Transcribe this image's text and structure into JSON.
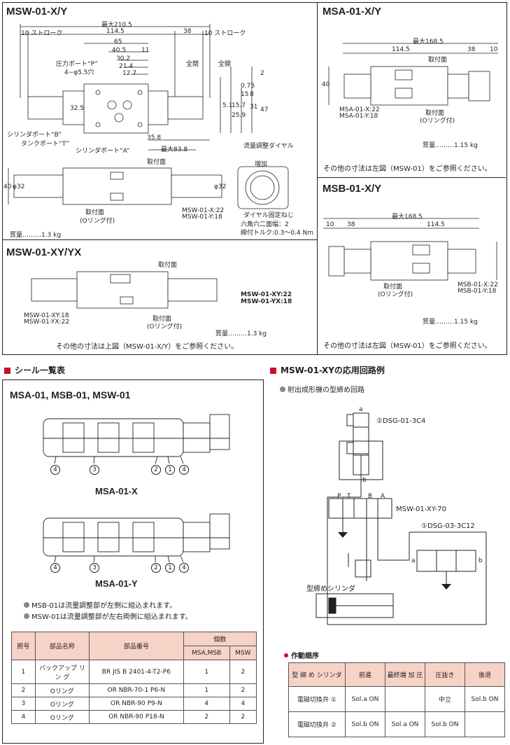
{
  "top_sections": {
    "msw_xy": {
      "title": "MSW-01-X/Y",
      "dims": {
        "max_210": "最大210.5",
        "stroke_l": "10 ストローク",
        "d114": "114.5",
        "d38": "38",
        "stroke_r": "10 ストローク",
        "d65": "65",
        "d405": "40.5",
        "d11": "11",
        "d302": "30.2",
        "d214": "21.4",
        "d127": "12.7",
        "d2": "2",
        "d075": "0.75",
        "d15": "15",
        "d8": "8",
        "d51": "5.1",
        "d157": "15.7",
        "d259": "25.9",
        "d31": "31",
        "d47": "47",
        "d325": "32.5",
        "d358": "35.8",
        "max838": "最大83.8",
        "d40": "40",
        "phi32l": "φ32",
        "phi32r": "φ32"
      },
      "labels": {
        "pressure_port": "圧力ポート“P”",
        "holes": "4−φ5.5穴",
        "full_open_l": "全閉",
        "full_open_r": "全開",
        "cyl_b": "シリンダポート“B”",
        "tank_t": "タンクポート“T”",
        "cyl_a": "シリンダポート“A”",
        "mount_face_top": "取付面",
        "mount_face_bot": "取付面",
        "oring": "(Oリング付)",
        "model_x": "MSW-01-X:22",
        "model_y": "MSW-01-Y:18",
        "dial": "流量調整ダイヤル",
        "increase": "増加",
        "dial_screw": "ダイヤル固定ねじ",
        "hex": "六角穴二面幅：2",
        "torque": "締付トルク:0.3〜0.4 Nm"
      },
      "mass": "質量………1.3 kg"
    },
    "msw_xy_yx": {
      "title": "MSW-01-XY/YX",
      "mount_face_top": "取付面",
      "mount_face_bot": "取付面",
      "oring": "(Oリング付)",
      "model_xy_r": "MSW-01-XY:22",
      "model_yx_r": "MSW-01-YX:18",
      "model_xy_l": "MSW-01-XY:18",
      "model_yx_l": "MSW-01-YX:22",
      "mass": "質量………1.3 kg",
      "note": "その他の寸法は上図（MSW-01-X/Y）をご参照ください。"
    },
    "msa_xy": {
      "title": "MSA-01-X/Y",
      "max": "最大168.5",
      "d114": "114.5",
      "d38": "38",
      "d10": "10",
      "d40": "40",
      "mount": "取付面",
      "mount2": "取付面",
      "oring": "(Oリング付)",
      "model_x": "MSA-01-X:22",
      "model_y": "MSA-01-Y:18",
      "mass": "質量………1.15 kg",
      "note": "その他の寸法は左図（MSW-01）をご参照ください。"
    },
    "msb_xy": {
      "title": "MSB-01-X/Y",
      "max": "最大168.5",
      "d10": "10",
      "d38": "38",
      "d114": "114.5",
      "mount": "取付面",
      "oring": "(Oリング付)",
      "model_x": "MSB-01-X:22",
      "model_y": "MSB-01-Y:18",
      "mass": "質量………1.15 kg",
      "note": "その他の寸法は左図（MSW-01）をご参照ください。"
    }
  },
  "seal_section": {
    "heading": "シール一覧表",
    "box_title": "MSA-01, MSB-01, MSW-01",
    "caption_x": "MSA-01-X",
    "caption_y": "MSA-01-Y",
    "callouts_x": [
      "4",
      "3",
      "2",
      "1",
      "4"
    ],
    "callouts_y": [
      "4",
      "3",
      "2",
      "1",
      "4"
    ],
    "notes": [
      "MSB-01は流量調整部が左側に組込まれます。",
      "MSW-01は流量調整部が左右両側に組込まれます。"
    ],
    "table": {
      "headers": {
        "no": "照号",
        "name": "部品名称",
        "part": "部品番号",
        "qty": "個数",
        "qty_a": "MSA,MSB",
        "qty_w": "MSW"
      },
      "rows": [
        {
          "no": "1",
          "name": "バックアップ リ ン グ",
          "part": "BR JIS B 2401-4-T2-P6",
          "a": "1",
          "w": "2"
        },
        {
          "no": "2",
          "name": "Oリング",
          "part": "OR NBR-70-1 P6-N",
          "a": "1",
          "w": "2"
        },
        {
          "no": "3",
          "name": "Oリング",
          "part": "OR NBR-90 P9-N",
          "a": "4",
          "w": "4"
        },
        {
          "no": "4",
          "name": "Oリング",
          "part": "OR NBR-90 P18-N",
          "a": "2",
          "w": "2"
        }
      ]
    }
  },
  "circuit_section": {
    "heading": "MSW-01-XYの応用回路例",
    "subheading": "射出成形機の型締め回路",
    "valve2": "②DSG-01-3C4",
    "valve1": "①DSG-03-3C12",
    "main_valve": "MSW-01-XY-70",
    "cylinder": "型締めシリンダ",
    "port_labels": [
      "P",
      "T",
      "B",
      "A"
    ],
    "a_label": "a",
    "b_label": "b",
    "seq_heading": "作動順序",
    "seq_table": {
      "headers": [
        "型 締 め シリンダ",
        "前進",
        "最終端 加 圧",
        "圧抜き",
        "後退"
      ],
      "rows": [
        {
          "label": "電磁切換弁 ①",
          "cells": [
            "Sol.a ON",
            "",
            "中立",
            "Sol.b ON"
          ]
        },
        {
          "label": "電磁切換弁 ②",
          "cells": [
            "Sol.b ON",
            "Sol.a ON",
            "Sol.b ON",
            ""
          ]
        }
      ]
    }
  }
}
